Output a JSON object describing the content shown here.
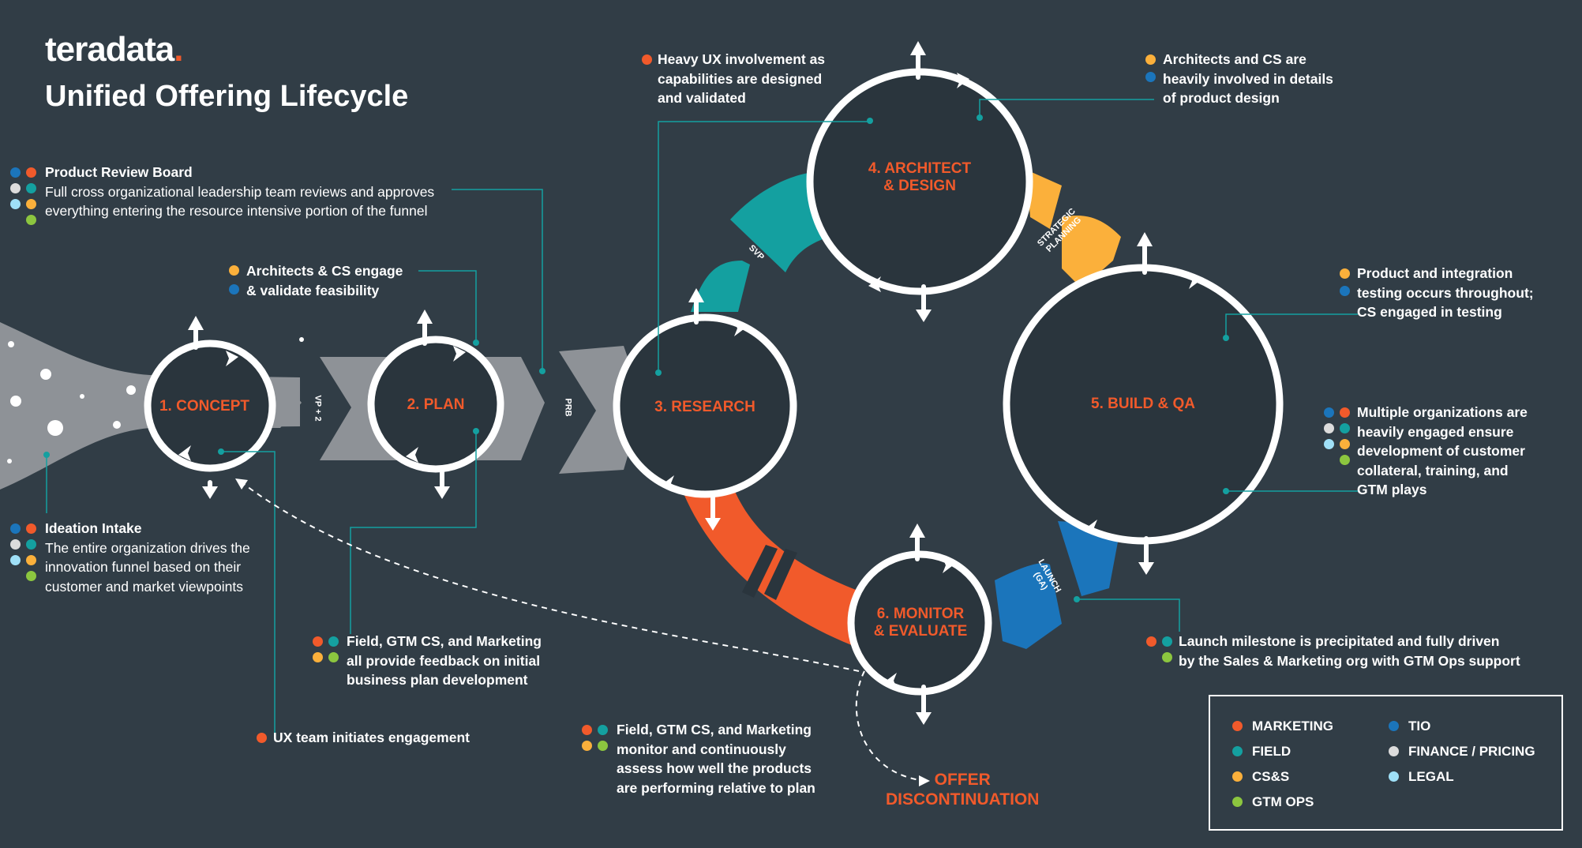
{
  "brand": {
    "logo_text": "teradata",
    "logo_dot": "."
  },
  "title": "Unified Offering Lifecycle",
  "colors": {
    "marketing": "#f15a2b",
    "field": "#14a0a0",
    "css": "#fbb03b",
    "gtm_ops": "#8cc63f",
    "tio": "#1b75bb",
    "finance": "#dcdcdc",
    "legal": "#9fe0f7",
    "background": "#313d46",
    "circle_fill": "#2a353d"
  },
  "stages": [
    {
      "key": "concept",
      "label_l1": "1. CONCEPT",
      "label_l2": ""
    },
    {
      "key": "plan",
      "label_l1": "2. PLAN",
      "label_l2": ""
    },
    {
      "key": "research",
      "label_l1": "3. RESEARCH",
      "label_l2": ""
    },
    {
      "key": "architect",
      "label_l1": "4. ARCHITECT",
      "label_l2": "& DESIGN"
    },
    {
      "key": "build",
      "label_l1": "5. BUILD & QA",
      "label_l2": ""
    },
    {
      "key": "monitor",
      "label_l1": "6. MONITOR",
      "label_l2": "& EVALUATE"
    }
  ],
  "gates": {
    "vp2": "VP + 2",
    "prb": "PRB",
    "svp": "SVP",
    "strategic_l1": "STRATEGIC",
    "strategic_l2": "PLANNING",
    "launch_l1": "LAUNCH",
    "launch_l2": "(GA)"
  },
  "annotations": {
    "prb": {
      "heading": "Product Review Board",
      "line1": "Full cross organizational leadership team reviews and approves",
      "line2": "everything entering the resource intensive portion of the funnel",
      "dots": [
        "tio",
        "marketing",
        "finance",
        "field",
        "legal",
        "css",
        "gtm_ops"
      ]
    },
    "architects_cs": {
      "line1": "Architects & CS engage",
      "line2": "& validate feasibility",
      "dots": [
        "css",
        "tio"
      ]
    },
    "ideation": {
      "heading": "Ideation Intake",
      "line1": "The entire organization drives the",
      "line2": "innovation funnel based on their",
      "line3": "customer and market viewpoints",
      "dots": [
        "tio",
        "marketing",
        "finance",
        "field",
        "legal",
        "css",
        "gtm_ops"
      ]
    },
    "feedback": {
      "line1": "Field, GTM CS, and Marketing",
      "line2": "all provide feedback on initial",
      "line3": "business plan development",
      "dots": [
        "marketing",
        "field",
        "css",
        "gtm_ops"
      ]
    },
    "ux": {
      "line1": "UX team initiates engagement",
      "dots": [
        "marketing"
      ]
    },
    "heavy_ux": {
      "line1": "Heavy UX involvement as",
      "line2": "capabilities are designed",
      "line3": "and validated",
      "dots": [
        "marketing"
      ]
    },
    "arch_design": {
      "line1": "Architects and CS are",
      "line2": "heavily involved in details",
      "line3": "of product design",
      "dots": [
        "css",
        "tio"
      ]
    },
    "testing": {
      "line1": "Product and integration",
      "line2": "testing occurs throughout;",
      "line3": "CS engaged in testing",
      "dots": [
        "css",
        "tio"
      ]
    },
    "multiple": {
      "line1": "Multiple organizations are",
      "line2": "heavily engaged ensure",
      "line3": "development of customer",
      "line4": "collateral, training, and",
      "line5": "GTM plays",
      "dots": [
        "tio",
        "marketing",
        "finance",
        "field",
        "legal",
        "css",
        "gtm_ops"
      ]
    },
    "launch": {
      "line1": "Launch milestone is precipitated and fully driven",
      "line2": "by the Sales & Marketing org with GTM Ops support",
      "dots": [
        "marketing",
        "field",
        "gtm_ops"
      ]
    },
    "monitor": {
      "line1": "Field, GTM CS, and Marketing",
      "line2": "monitor and continuously",
      "line3": "assess how well the products",
      "line4": "are performing relative to plan",
      "dots": [
        "marketing",
        "field",
        "css",
        "gtm_ops"
      ]
    }
  },
  "offer_discontinuation": {
    "line1": "OFFER",
    "line2": "DISCONTINUATION"
  },
  "legend": [
    {
      "key": "marketing",
      "label": "MARKETING"
    },
    {
      "key": "field",
      "label": "FIELD"
    },
    {
      "key": "css",
      "label": "CS&S"
    },
    {
      "key": "gtm_ops",
      "label": "GTM OPS"
    },
    {
      "key": "tio",
      "label": "TIO"
    },
    {
      "key": "finance",
      "label": "FINANCE / PRICING"
    },
    {
      "key": "legal",
      "label": "LEGAL"
    }
  ]
}
